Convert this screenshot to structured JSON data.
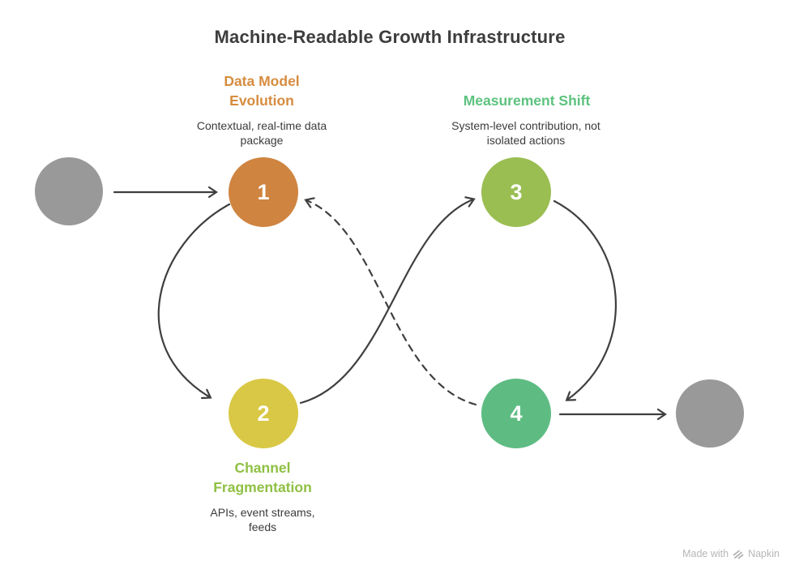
{
  "title": "Machine-Readable Growth Infrastructure",
  "colors": {
    "title_text": "#3d3d3d",
    "body_text": "#3b3b3b",
    "arrow": "#3f3f3f",
    "endpoint_gray": "#999999",
    "watermark_gray": "#b6b6b6"
  },
  "nodes": [
    {
      "number": "1",
      "heading": "Data Model Evolution",
      "description": "Contextual, real-time data package",
      "circle_color": "#cf8440",
      "heading_color": "#d68c3f"
    },
    {
      "number": "2",
      "heading": "Channel Fragmentation",
      "description": "APIs, event streams, feeds",
      "circle_color": "#d9c845",
      "heading_color": "#8fc044"
    },
    {
      "number": "3",
      "heading": "Measurement Shift",
      "description": "System-level contribution, not isolated actions",
      "circle_color": "#9abe52",
      "heading_color": "#5cc27e"
    },
    {
      "number": "4",
      "heading": "",
      "description": "",
      "circle_color": "#5ebc83",
      "heading_color": "#5ebc83"
    }
  ],
  "endpoints": {
    "color": "#999999"
  },
  "edges": [
    {
      "from": "start",
      "to": "1",
      "style": "solid",
      "shape": "straight"
    },
    {
      "from": "1",
      "to": "2",
      "style": "solid",
      "shape": "arc-left"
    },
    {
      "from": "2",
      "to": "3",
      "style": "solid",
      "shape": "s-curve"
    },
    {
      "from": "3",
      "to": "4",
      "style": "solid",
      "shape": "arc-right"
    },
    {
      "from": "4",
      "to": "end",
      "style": "solid",
      "shape": "straight"
    },
    {
      "from": "4",
      "to": "1",
      "style": "dashed",
      "shape": "s-curve"
    }
  ],
  "watermark": {
    "prefix": "Made with",
    "brand": "Napkin"
  }
}
